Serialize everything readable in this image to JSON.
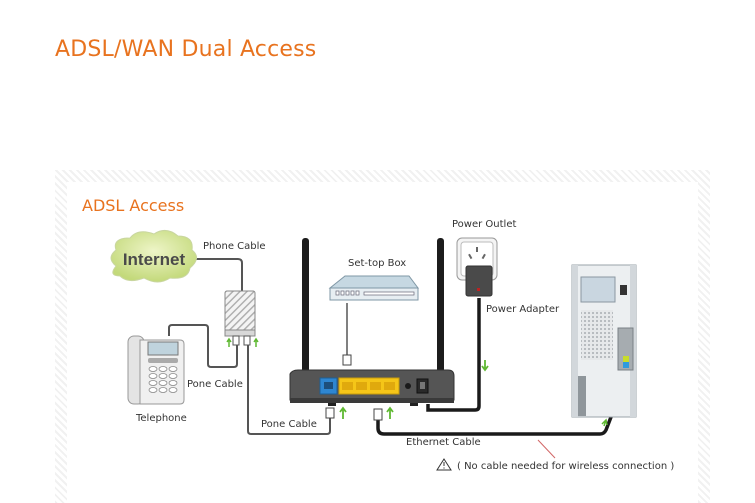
{
  "page": {
    "title": "ADSL/WAN Dual Access",
    "accent_color": "#e8731f"
  },
  "panel": {
    "section_title": "ADSL Access"
  },
  "nodes": {
    "internet": "Internet",
    "telephone": "Telephone",
    "set_top_box": "Set-top Box",
    "power_outlet": "Power Outlet",
    "power_adapter": "Power Adapter"
  },
  "cables": {
    "phone_cable": "Phone Cable",
    "pone_cable_telephone": "Pone Cable",
    "pone_cable_router": "Pone Cable",
    "ethernet_cable": "Ethernet Cable"
  },
  "notes": {
    "wireless_note": "( No cable needed  for wireless connection )",
    "warning_icon": "warning-triangle-icon"
  },
  "colors": {
    "cable": "#2a2a2a",
    "lan_ports": "#f5c518",
    "wan_port": "#2e86d1",
    "arrow_green": "#5fb832",
    "cloud": "#d5e79a"
  }
}
